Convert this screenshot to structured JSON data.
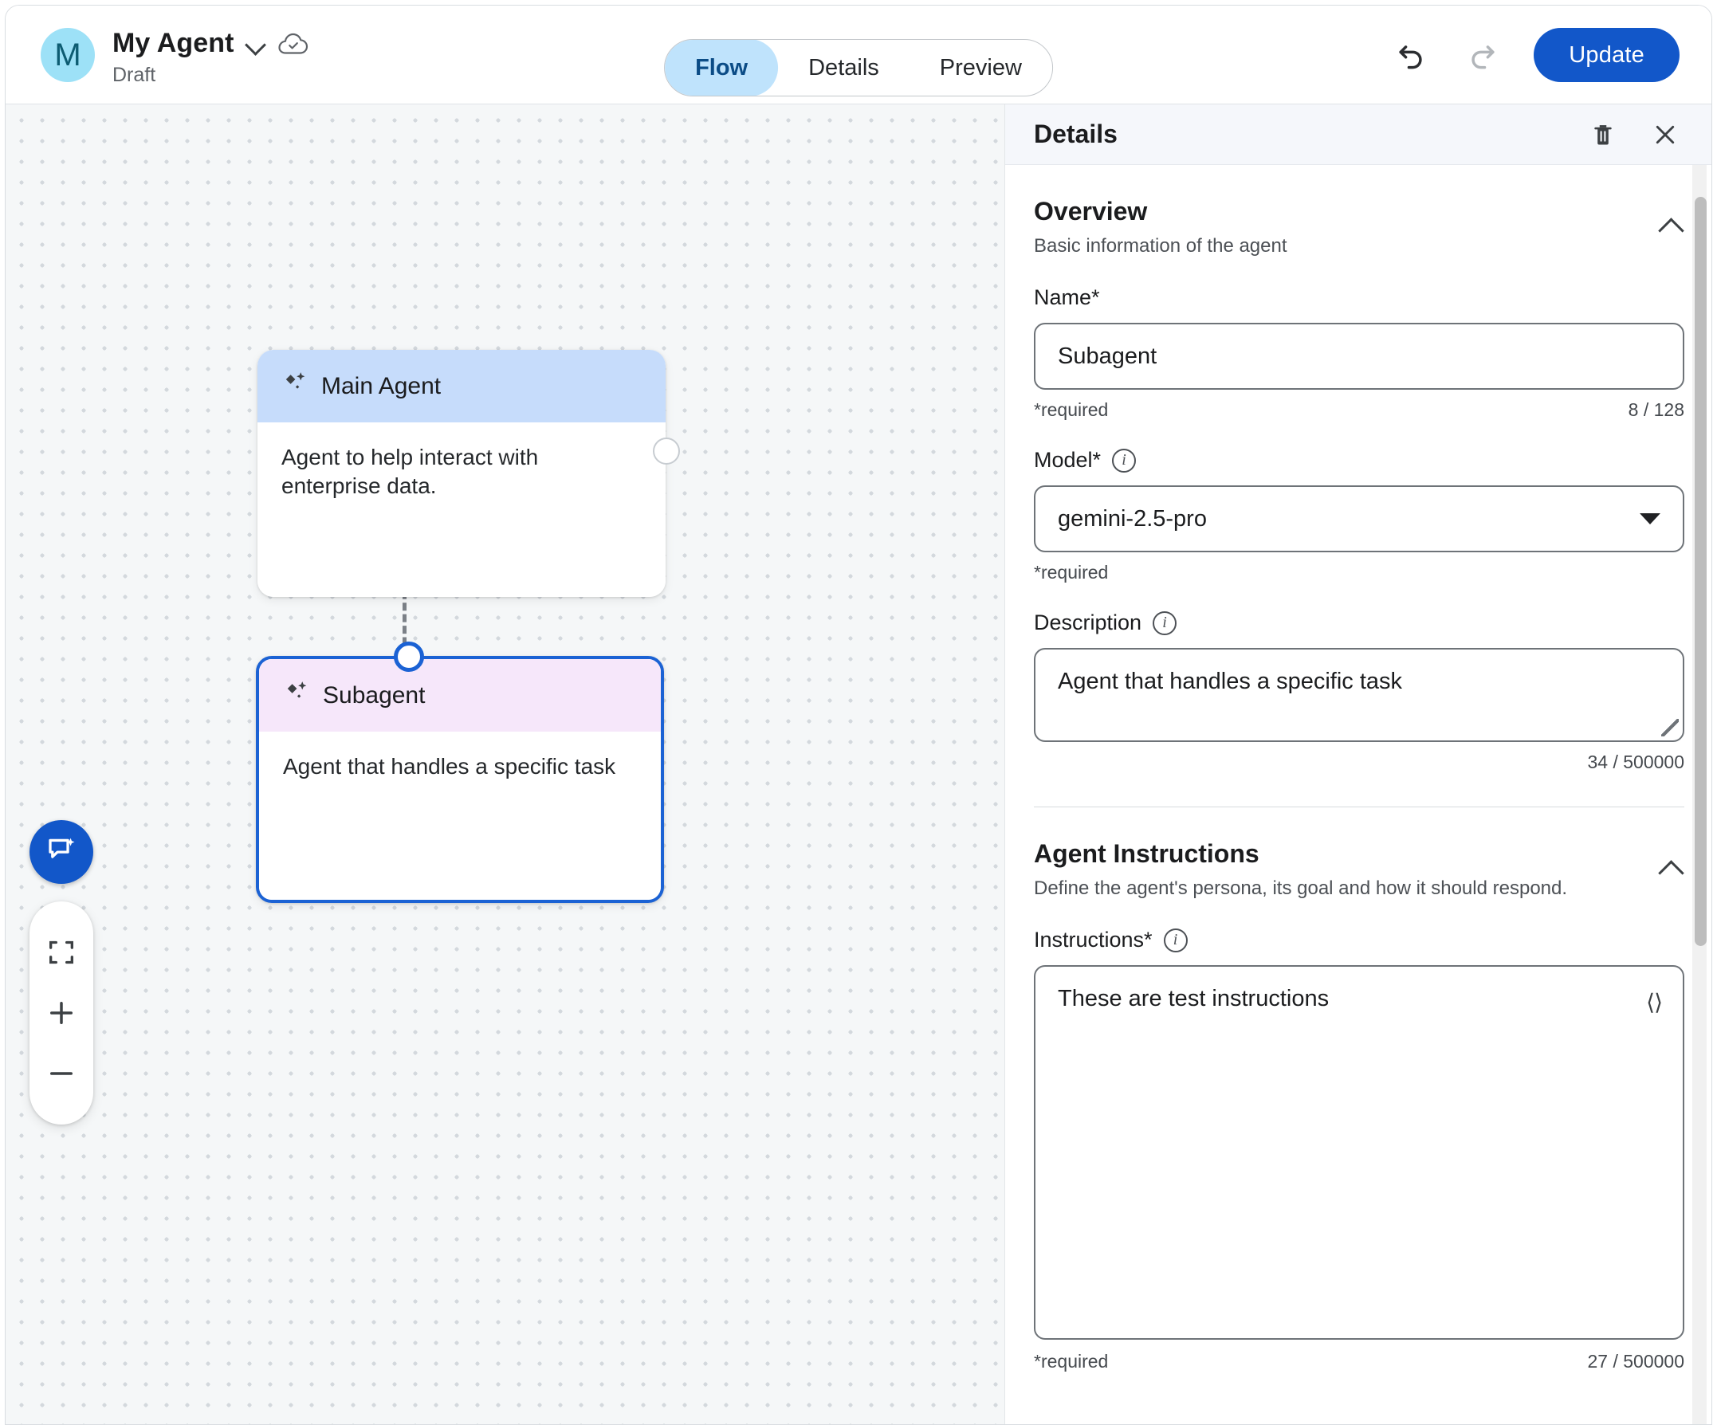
{
  "header": {
    "avatar_initial": "M",
    "title": "My Agent",
    "subtitle": "Draft",
    "dropdown_icon": "chevron-down-icon",
    "sync_icon": "cloud-done-icon",
    "tabs": [
      {
        "label": "Flow",
        "active": true
      },
      {
        "label": "Details",
        "active": false
      },
      {
        "label": "Preview",
        "active": false
      }
    ],
    "undo_icon": "undo-icon",
    "redo_icon": "redo-icon",
    "update_label": "Update"
  },
  "canvas": {
    "nodes": [
      {
        "title": "Main Agent",
        "description": "Agent to help interact with enterprise data.",
        "header_color": "#c6dcfb",
        "selected": false
      },
      {
        "title": "Subagent",
        "description": "Agent that handles a specific task",
        "header_color": "#f6e7fa",
        "selected": true
      }
    ],
    "controls": {
      "assistant_icon": "chat-sparkle-icon",
      "fit_icon": "fit-to-screen-icon",
      "zoom_in_icon": "plus-icon",
      "zoom_out_icon": "minus-icon"
    }
  },
  "details": {
    "panel_title": "Details",
    "delete_icon": "trash-icon",
    "close_icon": "close-icon",
    "overview": {
      "title": "Overview",
      "subtitle": "Basic information of the agent",
      "collapse_icon": "chevron-up-icon",
      "name": {
        "label": "Name*",
        "value": "Subagent",
        "required_note": "*required",
        "counter": "8 / 128"
      },
      "model": {
        "label": "Model*",
        "info_icon": "info-icon",
        "value": "gemini-2.5-pro",
        "required_note": "*required",
        "dropdown_icon": "caret-down-icon"
      },
      "description": {
        "label": "Description",
        "info_icon": "info-icon",
        "value": "Agent that handles a specific task",
        "counter": "34 / 500000"
      }
    },
    "agent_instructions": {
      "title": "Agent Instructions",
      "subtitle": "Define the agent's persona, its goal and how it should respond.",
      "collapse_icon": "chevron-up-icon",
      "instructions": {
        "label": "Instructions*",
        "info_icon": "info-icon",
        "value": "These are test instructions",
        "code_icon": "code-brackets-icon",
        "required_note": "*required",
        "counter": "27 / 500000"
      }
    }
  },
  "colors": {
    "accent_blue": "#1257c9",
    "tab_active_bg": "#bfe3fc",
    "tab_active_text": "#0b4c86",
    "node_blue_header": "#c6dcfb",
    "node_purple_header": "#f6e7fa",
    "node_selected_border": "#1b62d4",
    "avatar_bg": "#9de1f7"
  }
}
